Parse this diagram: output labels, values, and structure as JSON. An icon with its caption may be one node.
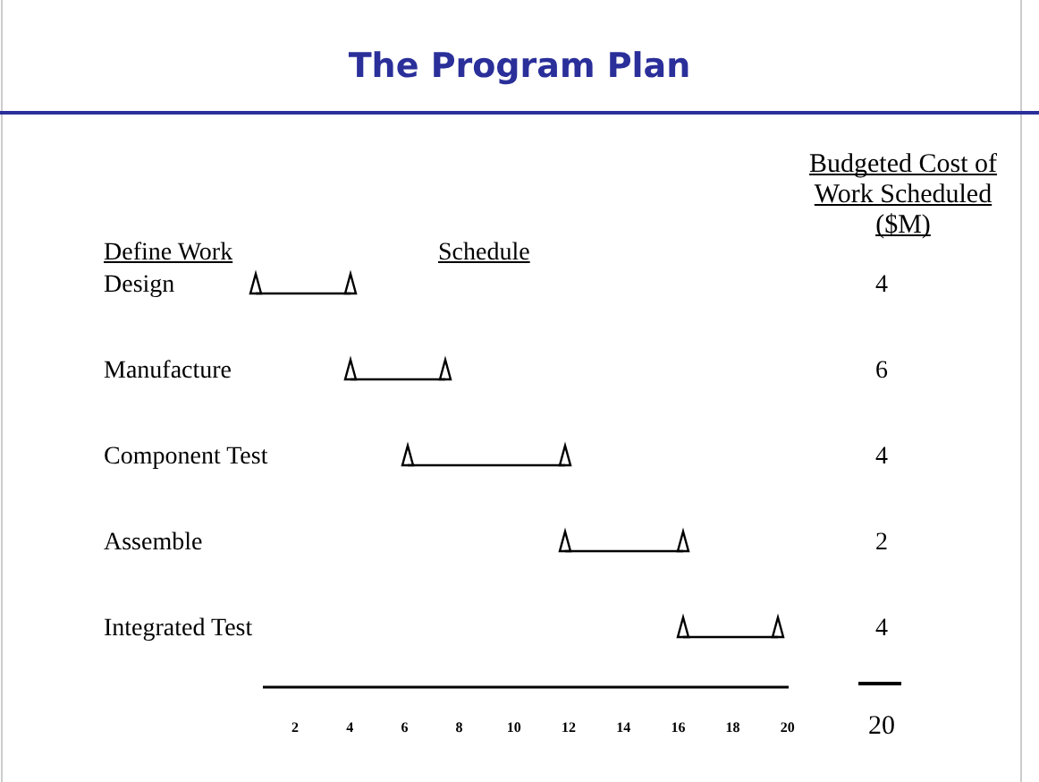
{
  "diagram": {
    "title": "The Program Plan",
    "labels": [
      "Define Work",
      "Schedule",
      "Budgeted Cost of Work Scheduled ($M)",
      "Design",
      "4",
      "Manufacture",
      "6",
      "Component Test",
      "4",
      "Assemble",
      "2",
      "Integrated Test",
      "4",
      "2",
      "4",
      "6",
      "8",
      "10",
      "12",
      "14",
      "16",
      "18",
      "20",
      "20"
    ]
  }
}
